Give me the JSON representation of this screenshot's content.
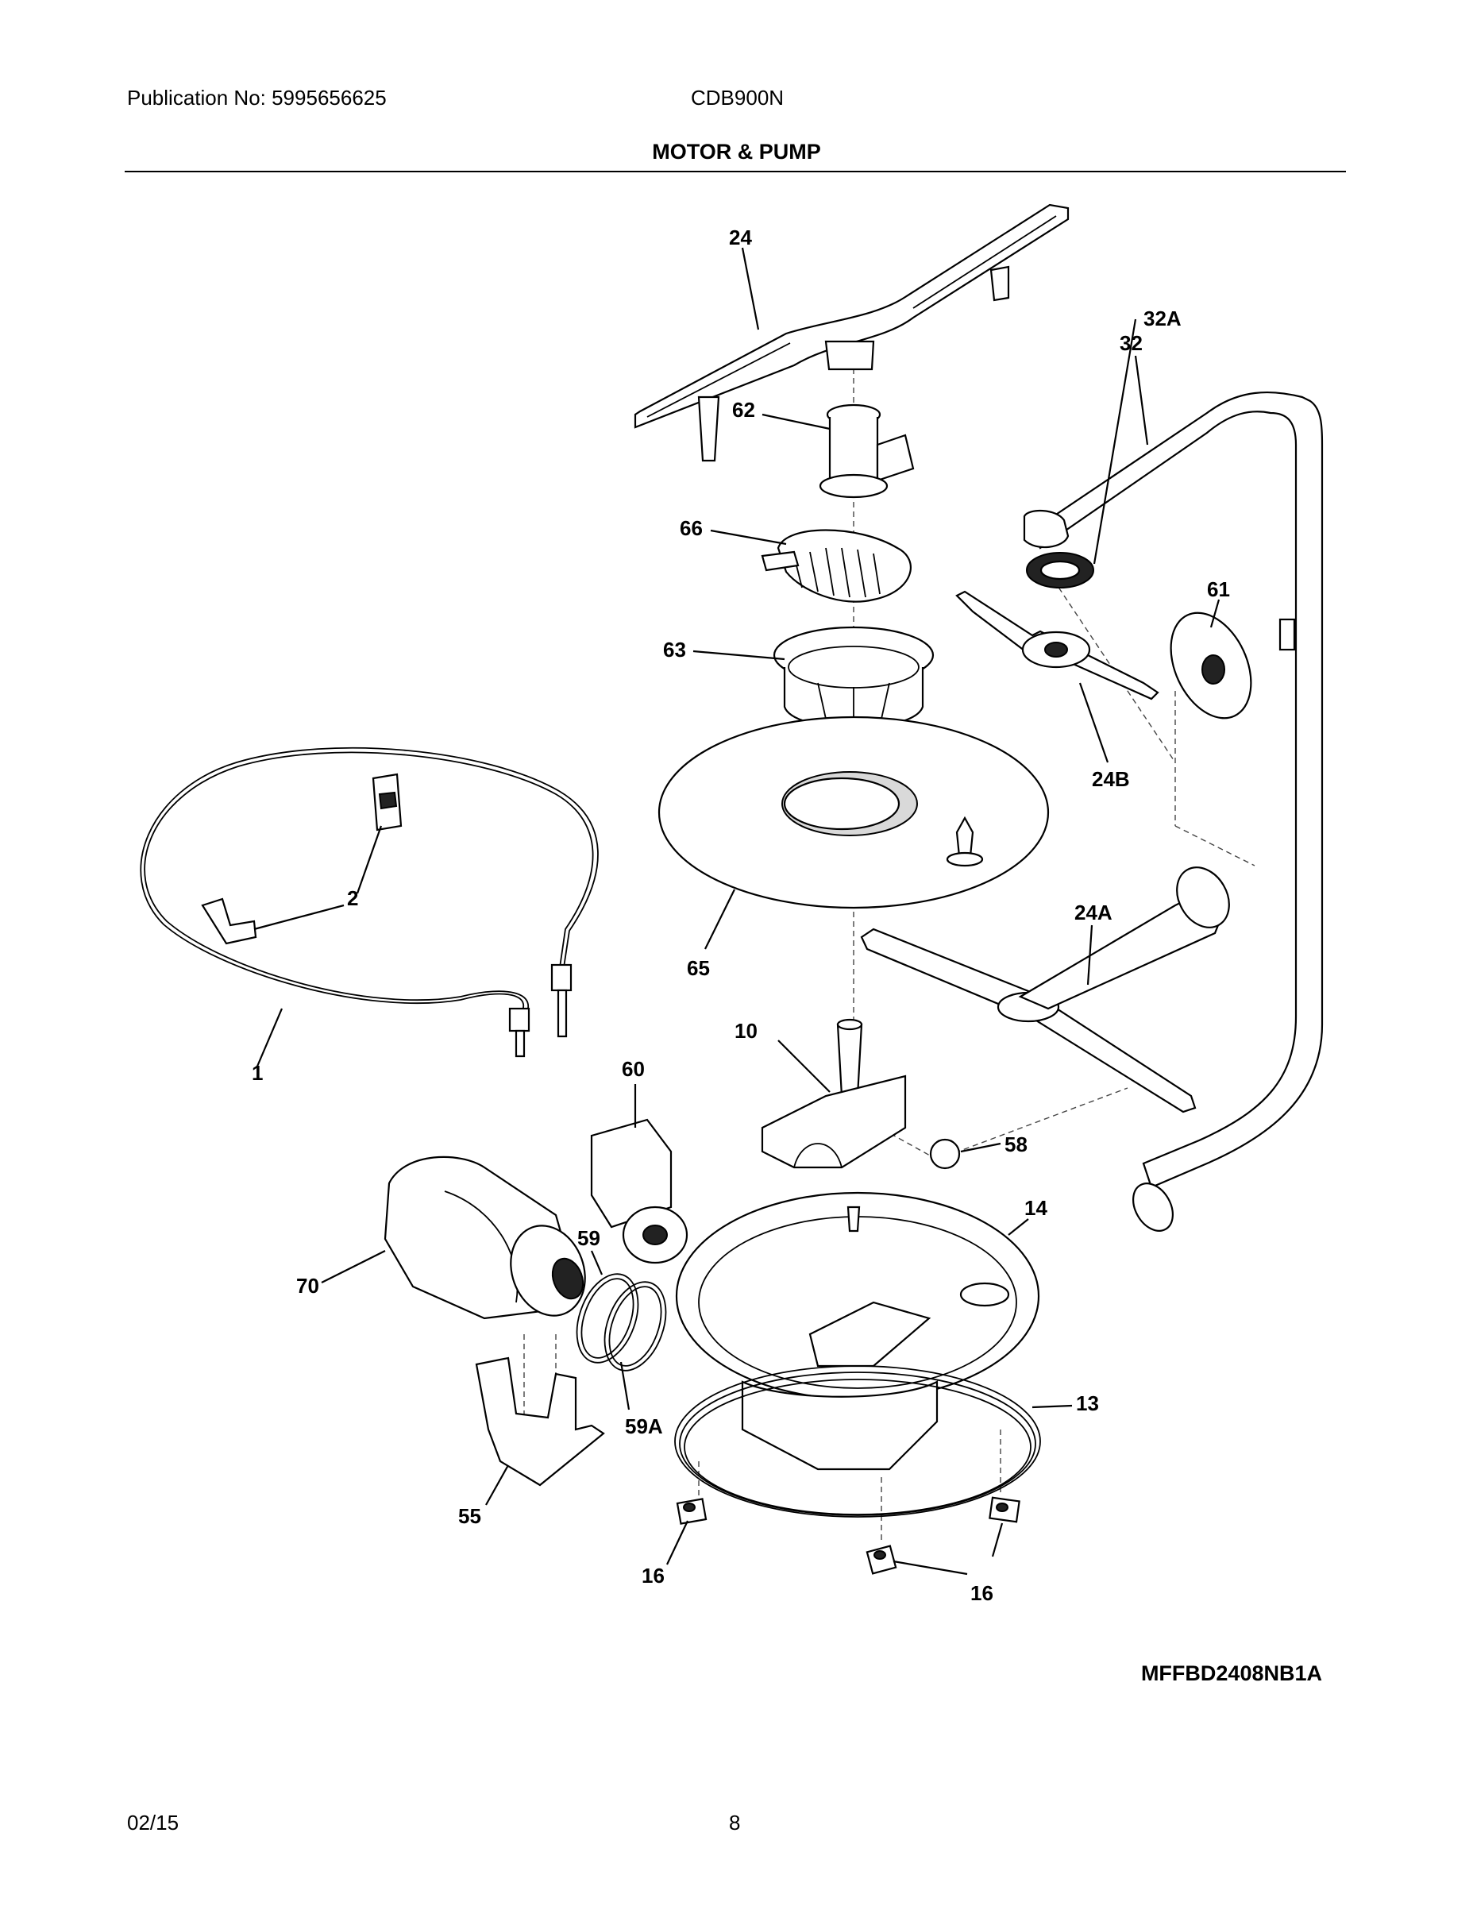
{
  "header": {
    "publication": "Publication No: 5995656625",
    "model": "CDB900N",
    "section_title": "MOTOR & PUMP"
  },
  "callouts": [
    "24",
    "62",
    "32",
    "66",
    "32A",
    "61",
    "63",
    "24B",
    "2",
    "65",
    "24A",
    "1",
    "10",
    "60",
    "58",
    "14",
    "70",
    "59",
    "59A",
    "13",
    "55",
    "16",
    "16"
  ],
  "footer": {
    "drawing_code": "MFFBD2408NB1A",
    "date": "02/15",
    "page": "8"
  }
}
